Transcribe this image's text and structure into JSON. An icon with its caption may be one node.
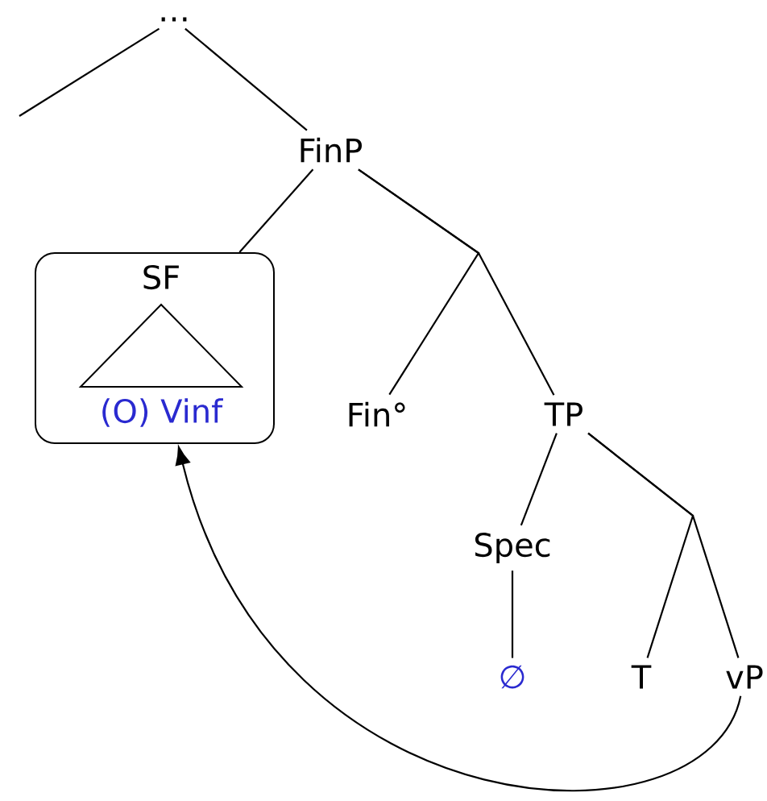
{
  "diagram": {
    "nodes": [
      {
        "text": [
          "…"
        ]
      },
      {
        "text": [
          "FinP"
        ]
      },
      {
        "text": [
          "SF",
          "(O) Vinf"
        ]
      },
      {
        "text": [
          "Fin°"
        ]
      },
      {
        "text": [
          "TP"
        ]
      },
      {
        "text": [
          "Spec"
        ]
      },
      {
        "text": [
          "∅"
        ]
      },
      {
        "text": [
          "T"
        ]
      },
      {
        "text": [
          "vP"
        ]
      }
    ],
    "edges": [
      {
        "from": 0,
        "to": null,
        "arrow": "none"
      },
      {
        "from": 0,
        "to": 1,
        "arrow": "none"
      },
      {
        "from": 1,
        "to": 2,
        "arrow": "none"
      },
      {
        "from": 1,
        "to": 3,
        "arrow": "none"
      },
      {
        "from": 1,
        "to": 4,
        "arrow": "none"
      },
      {
        "from": 4,
        "to": 5,
        "arrow": "none"
      },
      {
        "from": 5,
        "to": 6,
        "arrow": "none"
      },
      {
        "from": 4,
        "to": 7,
        "arrow": "none"
      },
      {
        "from": 4,
        "to": 8,
        "arrow": "none"
      },
      {
        "from": 8,
        "to": 2,
        "arrow": "to"
      }
    ]
  }
}
